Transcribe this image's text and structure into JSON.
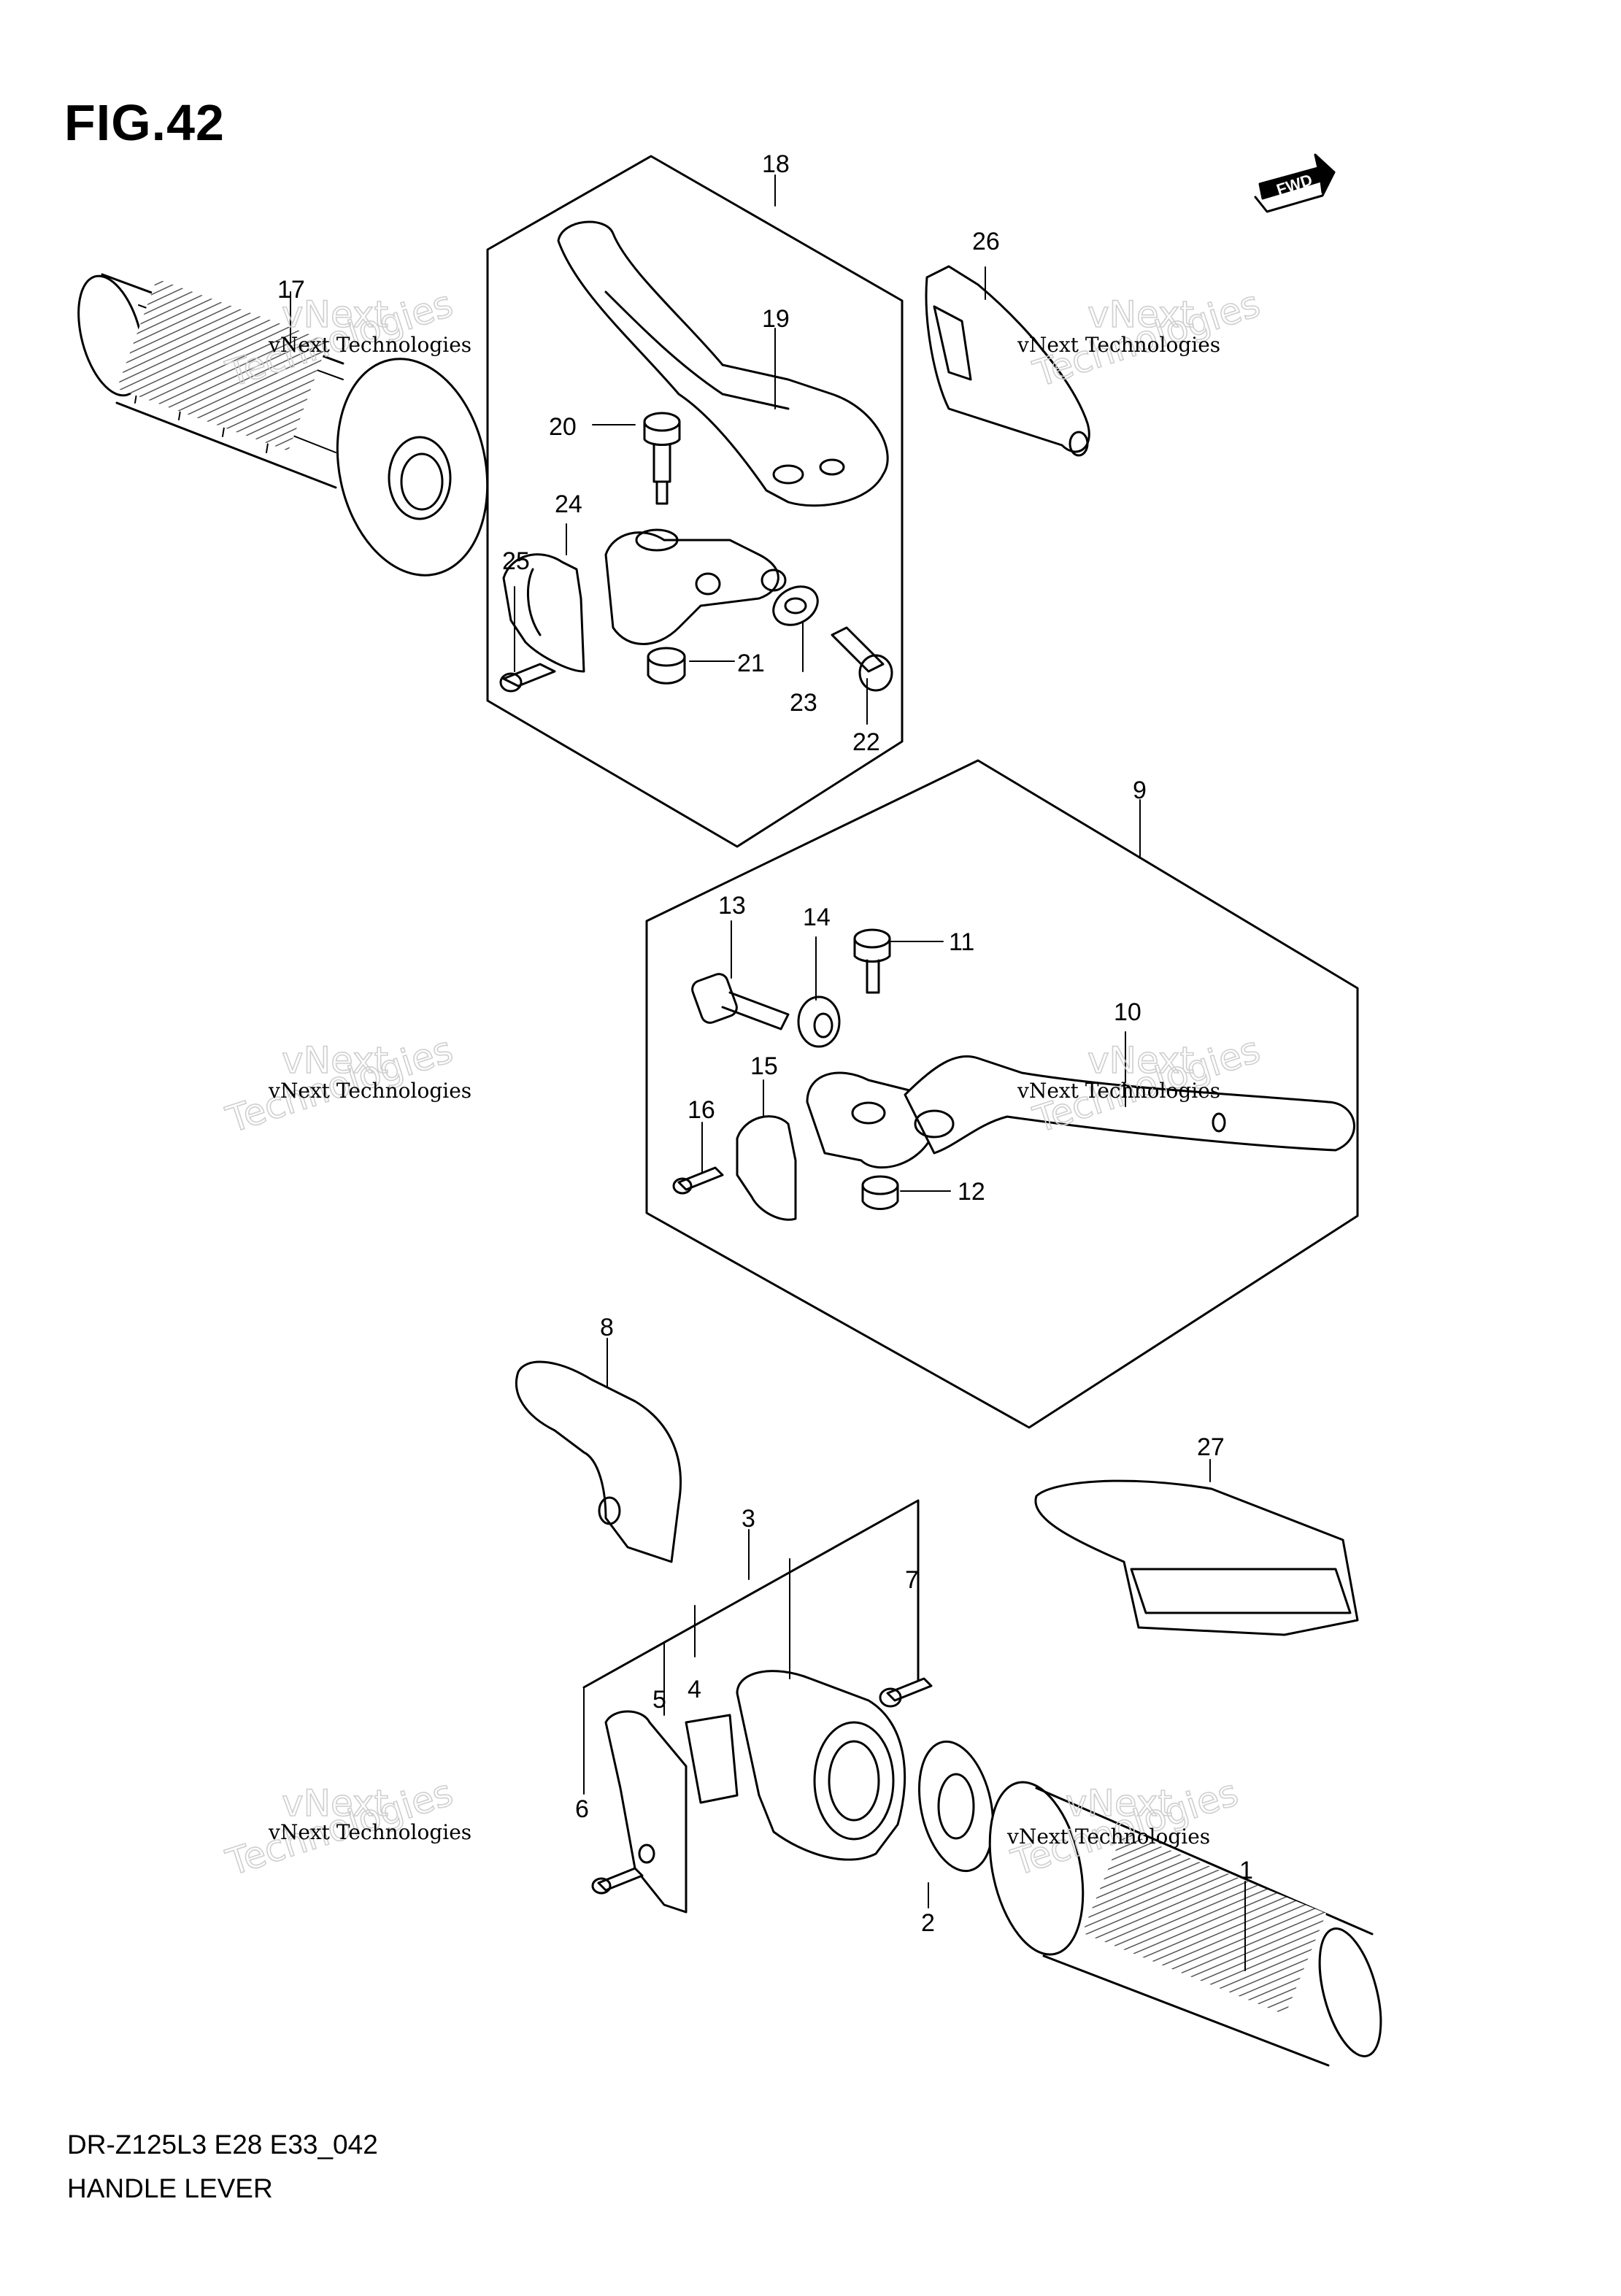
{
  "header": {
    "figure_label": "FIG.42"
  },
  "footer": {
    "model_code": "DR-Z125L3 E28 E33_042",
    "caption": "HANDLE LEVER"
  },
  "direction_badge": {
    "label": "FWD"
  },
  "callouts": [
    {
      "id": "c1",
      "label": "1"
    },
    {
      "id": "c2",
      "label": "2"
    },
    {
      "id": "c3",
      "label": "3"
    },
    {
      "id": "c4",
      "label": "4"
    },
    {
      "id": "c5",
      "label": "5"
    },
    {
      "id": "c6",
      "label": "6"
    },
    {
      "id": "c7",
      "label": "7"
    },
    {
      "id": "c8",
      "label": "8"
    },
    {
      "id": "c9",
      "label": "9"
    },
    {
      "id": "c10",
      "label": "10"
    },
    {
      "id": "c11",
      "label": "11"
    },
    {
      "id": "c12",
      "label": "12"
    },
    {
      "id": "c13",
      "label": "13"
    },
    {
      "id": "c14",
      "label": "14"
    },
    {
      "id": "c15",
      "label": "15"
    },
    {
      "id": "c16",
      "label": "16"
    },
    {
      "id": "c17",
      "label": "17"
    },
    {
      "id": "c18",
      "label": "18"
    },
    {
      "id": "c19",
      "label": "19"
    },
    {
      "id": "c20",
      "label": "20"
    },
    {
      "id": "c21",
      "label": "21"
    },
    {
      "id": "c22",
      "label": "22"
    },
    {
      "id": "c23",
      "label": "23"
    },
    {
      "id": "c24",
      "label": "24"
    },
    {
      "id": "c25",
      "label": "25"
    },
    {
      "id": "c26",
      "label": "26"
    },
    {
      "id": "c27",
      "label": "27"
    }
  ],
  "watermark": {
    "line1": "vNext Technologies",
    "line2a": "vNext",
    "line2b": "Technologies"
  }
}
